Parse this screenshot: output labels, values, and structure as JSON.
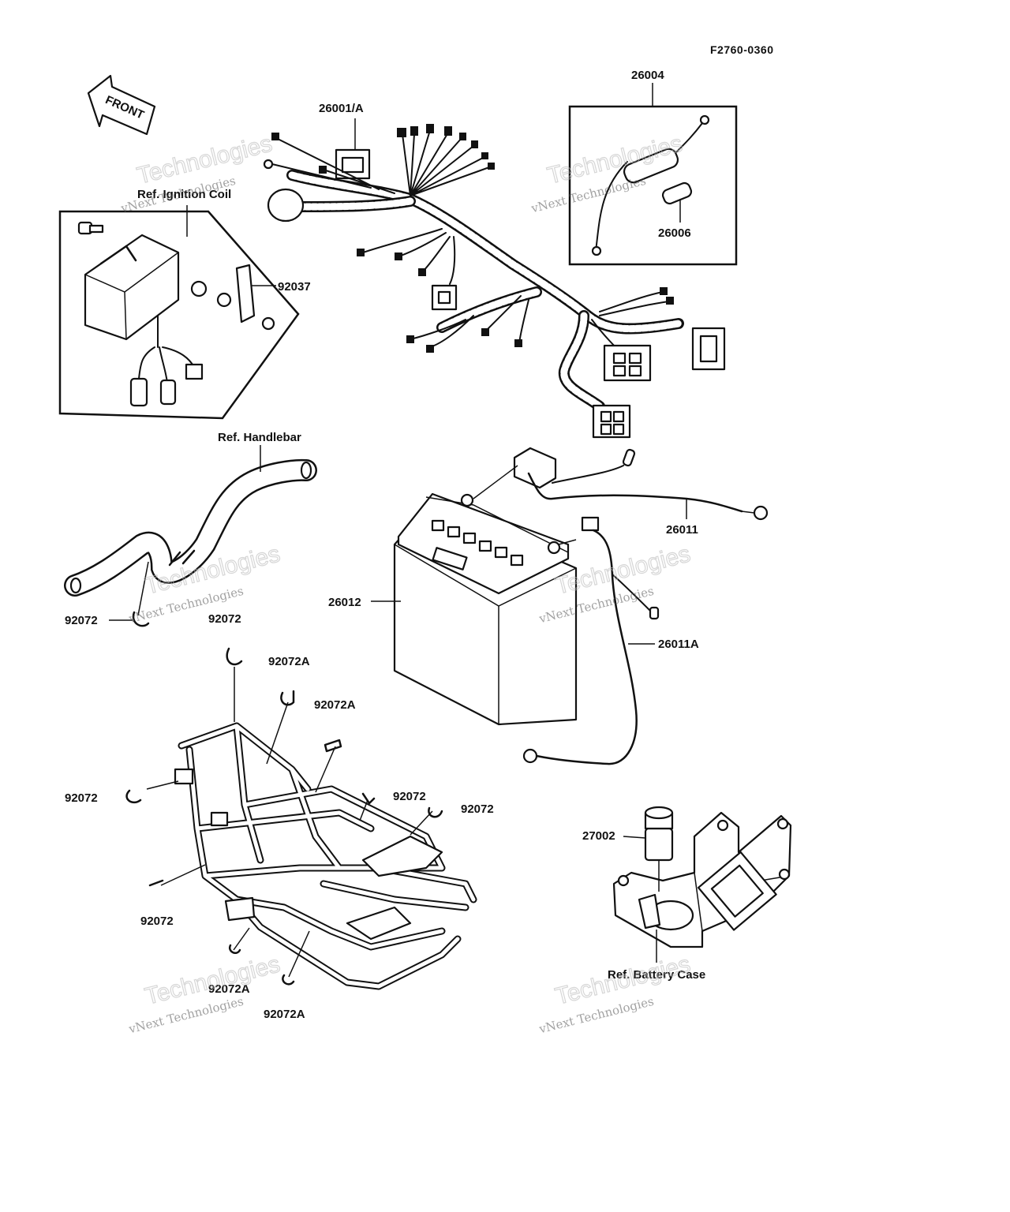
{
  "figure_code": "F2760-0360",
  "front_arrow_text": "FRONT",
  "labels": {
    "harness": "26001/A",
    "fuse_holder": "26004",
    "fuse": "26006",
    "ignition_coil_ref": "Ref. Ignition Coil",
    "bracket": "92037",
    "handlebar_ref": "Ref. Handlebar",
    "battery": "26012",
    "cable_positive": "26011",
    "cable_negative": "26011A",
    "clamp_handlebar": "92072",
    "clamp_frame_top": "92072",
    "clamp_a_top": "92072A",
    "clamp_a_mid": "92072A",
    "clamp_left": "92072",
    "clamp_center": "92072",
    "clamp_right": "92072",
    "clamp_bottom": "92072",
    "clamp_a_low1": "92072A",
    "clamp_a_low2": "92072A",
    "relay": "27002",
    "battery_case_ref": "Ref. Battery  Case"
  },
  "watermark": {
    "line1": "vNext Technologies",
    "line2": "Technologies"
  }
}
